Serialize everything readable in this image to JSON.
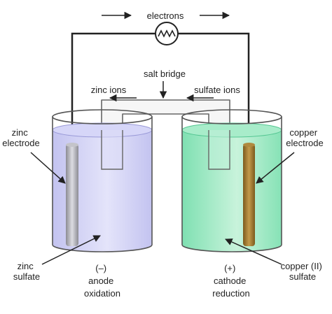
{
  "labels": {
    "electrons": "electrons",
    "salt_bridge": "salt bridge",
    "zinc_ions": "zinc ions",
    "sulfate_ions": "sulfate ions",
    "zinc_electrode": [
      "zinc",
      "electrode"
    ],
    "copper_electrode": [
      "copper",
      "electrode"
    ],
    "zinc_sulfate": [
      "zinc",
      "sulfate"
    ],
    "copper_sulfate": [
      "copper (II)",
      "sulfate"
    ],
    "anode": [
      "(–)",
      "anode",
      "oxidation"
    ],
    "cathode": [
      "(+)",
      "cathode",
      "reduction"
    ]
  },
  "colors": {
    "zinc_solution": "#c9c9f3",
    "copper_solution": "#9de8c2",
    "zinc_metal": "#a9a9b0",
    "copper_metal": "#a07a2c",
    "wire": "#222222",
    "beaker_outline": "#555555"
  }
}
